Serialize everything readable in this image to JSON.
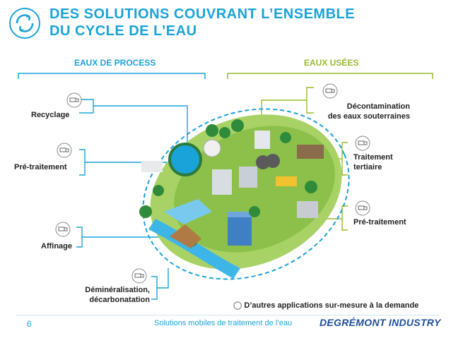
{
  "title": {
    "line1": "DES SOLUTIONS COUVRANT L’ENSEMBLE",
    "line2": "DU CYCLE DE L’EAU"
  },
  "sections": {
    "process": "EAUX DE PROCESS",
    "usees": "EAUX USÉES"
  },
  "left_items": {
    "recyclage": "Recyclage",
    "pretraitement": "Pré-traitement",
    "affinage": "Affinage",
    "demin_line1": "Déminéralisation,",
    "demin_line2": "décarbonatation"
  },
  "right_items": {
    "decont_line1": "Décontamination",
    "decont_line2": "des eaux souterraines",
    "tertiaire_line1": "Traitement",
    "tertiaire_line2": "tertiaire",
    "pretraitement": "Pré-traitement"
  },
  "note": "D’autres applications sur-mesure à la demande",
  "footer": {
    "page": "6",
    "text": "Solutions mobiles de traitement de l’eau",
    "logo": "DEGRÉMONT INDUSTRY"
  },
  "colors": {
    "accent_blue": "#1aa3d8",
    "green": "#9bbb2a",
    "dark_blue": "#1f4e9a"
  },
  "icons": [
    "cycle-icon",
    "truck-icon",
    "bulb-icon"
  ]
}
